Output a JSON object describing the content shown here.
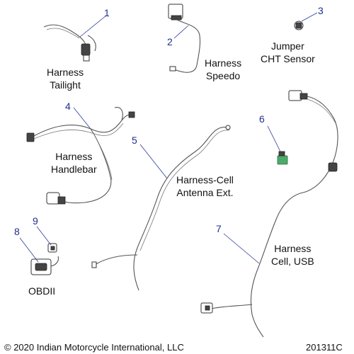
{
  "callouts": [
    "1",
    "2",
    "3",
    "4",
    "5",
    "6",
    "7",
    "8",
    "9"
  ],
  "labels": {
    "tailight": [
      "Harness",
      "Tailight"
    ],
    "speedo": [
      "Harness",
      "Speedo"
    ],
    "cht": [
      "Jumper",
      "CHT Sensor"
    ],
    "handlebar": [
      "Harness",
      "Handlebar"
    ],
    "antenna": [
      "Harness-Cell",
      "Antenna Ext."
    ],
    "usb": [
      "Harness",
      "Cell, USB"
    ],
    "obdii": [
      "OBDII"
    ]
  },
  "footer": {
    "copyright": "© 2020 Indian Motorcycle International, LLC",
    "code": "201311C"
  },
  "colors": {
    "callout": "#1f2f8a",
    "text": "#111111",
    "connector_green": "#4caa6a"
  }
}
